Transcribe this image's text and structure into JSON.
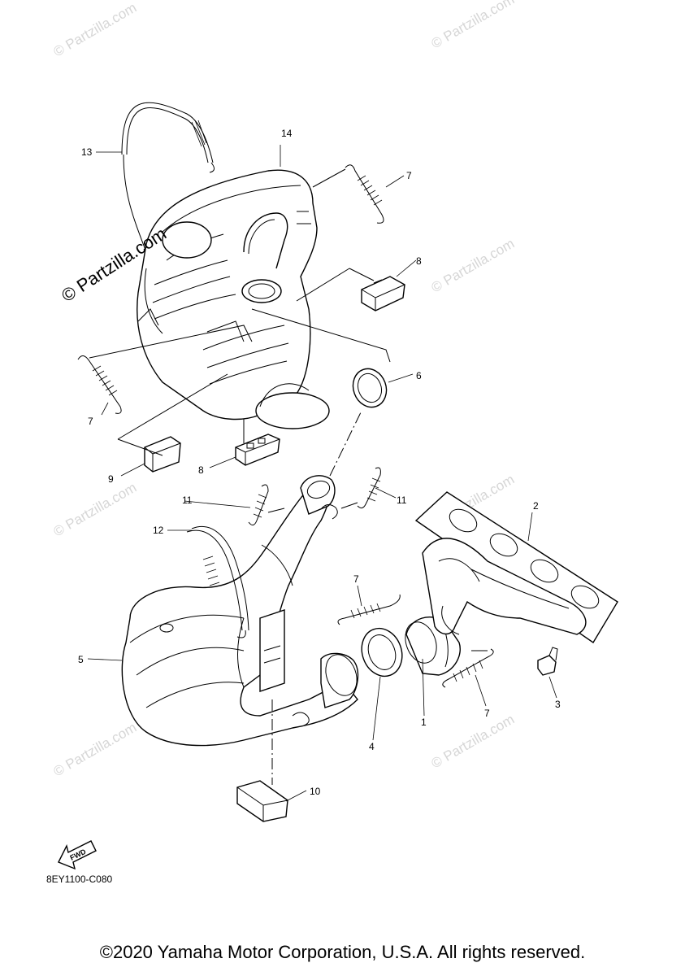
{
  "watermark": {
    "faint_text": "© Partzilla.com",
    "main_text": "© Partzilla.com"
  },
  "callouts": [
    {
      "id": "1",
      "label": "1"
    },
    {
      "id": "2",
      "label": "2"
    },
    {
      "id": "3",
      "label": "3"
    },
    {
      "id": "4",
      "label": "4"
    },
    {
      "id": "5",
      "label": "5"
    },
    {
      "id": "6",
      "label": "6"
    },
    {
      "id": "7a",
      "label": "7"
    },
    {
      "id": "7b",
      "label": "7"
    },
    {
      "id": "7c",
      "label": "7"
    },
    {
      "id": "7d",
      "label": "7"
    },
    {
      "id": "8a",
      "label": "8"
    },
    {
      "id": "8b",
      "label": "8"
    },
    {
      "id": "9",
      "label": "9"
    },
    {
      "id": "10",
      "label": "10"
    },
    {
      "id": "11a",
      "label": "11"
    },
    {
      "id": "11b",
      "label": "11"
    },
    {
      "id": "12",
      "label": "12"
    },
    {
      "id": "13",
      "label": "13"
    },
    {
      "id": "14",
      "label": "14"
    }
  ],
  "fwd_indicator": {
    "label": "FWD"
  },
  "part_code": "8EY1100-C080",
  "copyright": "©2020 Yamaha Motor Corporation, U.S.A. All rights reserved."
}
